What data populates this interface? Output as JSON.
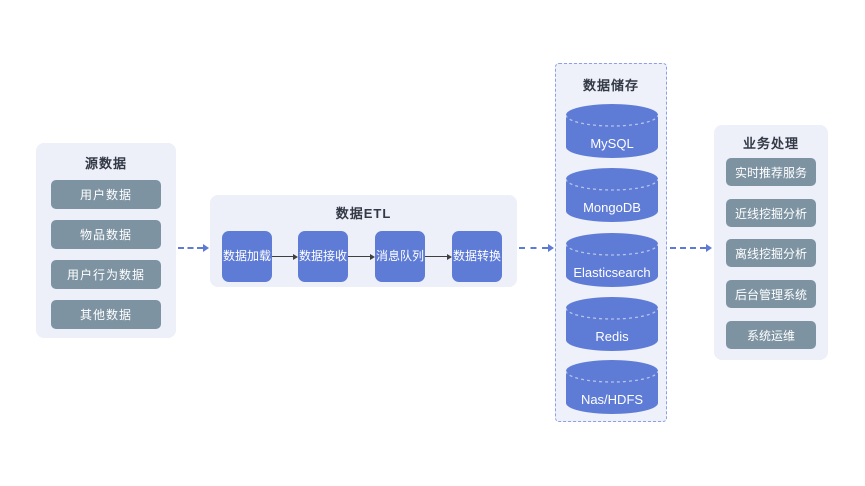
{
  "diagram": {
    "panels": {
      "source": {
        "title": "源数据",
        "items": [
          "用户数据",
          "物品数据",
          "用户行为数据",
          "其他数据"
        ]
      },
      "etl": {
        "title": "数据ETL",
        "steps": [
          "数据加载",
          "数据接收",
          "消息队列",
          "数据转换"
        ]
      },
      "storage": {
        "title": "数据储存",
        "databases": [
          "MySQL",
          "MongoDB",
          "Elasticsearch",
          "Redis",
          "Nas/HDFS"
        ]
      },
      "business": {
        "title": "业务处理",
        "items": [
          "实时推荐服务",
          "近线挖掘分析",
          "离线挖掘分析",
          "后台管理系统",
          "系统运维"
        ]
      }
    },
    "colors": {
      "accent_blue": "#5e7bd6",
      "slate_gray": "#7d93a2",
      "panel_background": "#edeff9",
      "dashed_border_blue": "#8ba0e6",
      "connector_blue": "#5d7ad5",
      "solid_arrow_dark": "#3f3f3f",
      "title_text": "#333a45",
      "canvas_background": "#ffffff"
    }
  }
}
